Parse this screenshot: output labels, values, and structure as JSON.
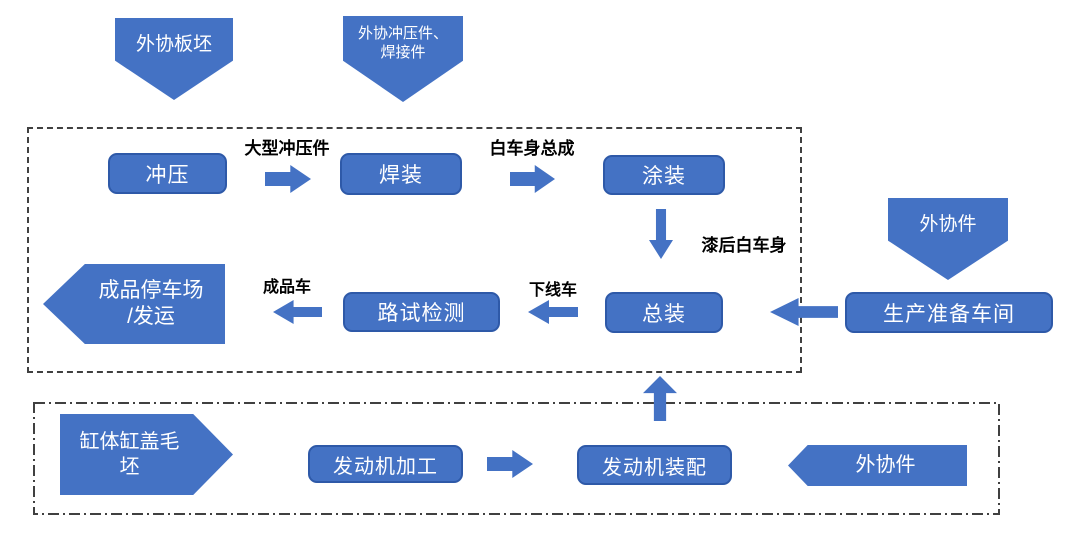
{
  "colors": {
    "shape_fill": "#4472C4",
    "shape_border": "#2E59A8",
    "shape_text": "#FFFFFF",
    "label_text": "#000000",
    "frame_border": "#404040"
  },
  "callouts": {
    "slab": "外协板坯",
    "stamping_welding_line1": "外协冲压件、",
    "stamping_welding_line2": "焊接件",
    "outsourced_parts_right": "外协件"
  },
  "vehicle_box": {
    "stamping": "冲压",
    "welding": "焊装",
    "painting": "涂装",
    "final_assembly": "总装",
    "road_test": "路试检测",
    "parking_line1": "成品停车场",
    "parking_line2": "/发运",
    "label_large_stampings": "大型冲压件",
    "label_biw_assembly": "白车身总成",
    "label_painted_body": "漆后白车身",
    "label_offline_vehicle": "下线车",
    "label_finished_vehicle": "成品车"
  },
  "prep": {
    "production_prep_shop": "生产准备车间"
  },
  "engine_box": {
    "cylinder_blank_line1": "缸体缸盖毛",
    "cylinder_blank_line2": "坯",
    "engine_machining": "发动机加工",
    "engine_assembly": "发动机装配",
    "outsourced_parts": "外协件"
  }
}
